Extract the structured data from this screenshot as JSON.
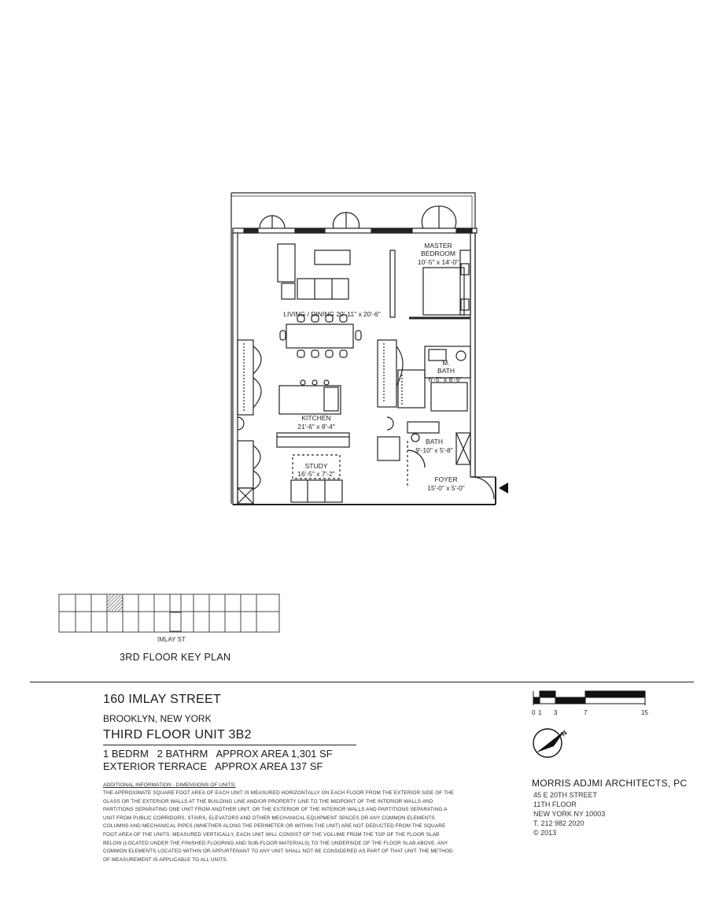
{
  "plan": {
    "rooms": [
      {
        "name": "MASTER",
        "dims": "BEDROOM"
      },
      {
        "name": "",
        "dims": "10'-5\" x 14'-0\""
      },
      {
        "name": "LIVING / DINING 20'-11\" x 20'-6\"",
        "dims": ""
      },
      {
        "name": "M.",
        "dims": "BATH"
      },
      {
        "name": "",
        "dims": "6'-5\" x 8'-9\""
      },
      {
        "name": "KITCHEN",
        "dims": "21'-6\" x 8'-4\""
      },
      {
        "name": "BATH",
        "dims": "9'-10\" x 5'-8\""
      },
      {
        "name": "STUDY",
        "dims": "16'-5\" x 7'-2\""
      },
      {
        "name": "FOYER",
        "dims": "15'-0\" x 5'-0\""
      }
    ]
  },
  "key_plan": {
    "street": "IMLAY ST",
    "title": "3RD FLOOR KEY PLAN"
  },
  "title_block": {
    "address": "160 IMLAY STREET",
    "city": "BROOKLYN, NEW YORK",
    "unit": "THIRD FLOOR UNIT 3B2",
    "line1": "1 BEDRM   2 BATHRM   APPROX AREA 1,301 SF",
    "line2": "EXTERIOR TERRACE   APPROX AREA 137 SF"
  },
  "scale_bar": {
    "labels": [
      "0",
      "1",
      "3",
      "7",
      "15"
    ]
  },
  "notes": {
    "heading": "ADDITIONAL INFORMATION - DIMENSIONS OF UNITS:",
    "lines": [
      "THE APPROXIMATE SQUARE FOOT AREA OF EACH UNIT IS MEASURED HORIZONTALLY ON EACH FLOOR FROM THE EXTERIOR SIDE OF THE",
      "GLASS OR THE EXTERIOR WALLS AT THE BUILDING LINE AND/OR PROPERTY LINE TO THE MIDPOINT OF THE INTERIOR WALLS AND",
      "PARTITIONS SEPARATING ONE UNIT FROM ANOTHER UNIT, OR THE EXTERIOR OF THE INTERIOR WALLS AND PARTITIONS SEPARATING A",
      "UNIT FROM PUBLIC CORRIDORS, STAIRS, ELEVATORS AND OTHER MECHANICAL EQUIPMENT SPACES OR ANY COMMON ELEMENTS.",
      "COLUMNS AND MECHANICAL PIPES (WHETHER ALONG THE PERIMETER OR WITHIN THE UNIT) ARE NOT DEDUCTED FROM THE SQUARE",
      "FOOT AREA OF THE UNITS. MEASURED VERTICALLY, EACH UNIT WILL CONSIST OF THE VOLUME FROM THE TOP OF THE FLOOR SLAB",
      "BELOW (LOCATED UNDER THE FINISHED FLOORING AND SUB-FLOOR MATERIALS) TO THE UNDERSIDE OF THE FLOOR SLAB ABOVE. ANY",
      "COMMON ELEMENTS LOCATED WITHIN OR APPURTENANT TO ANY UNIT SHALL NOT BE CONSIDERED AS PART OF THAT UNIT. THE METHOD",
      "OF MEASUREMENT IS APPLICABLE TO ALL UNITS."
    ]
  },
  "architect": {
    "name": "MORRIS ADJMI ARCHITECTS, PC",
    "lines": [
      "45 E 20TH STREET",
      "11TH FLOOR",
      "NEW YORK NY 10003",
      "T. 212 982 2020",
      "© 2013"
    ]
  }
}
